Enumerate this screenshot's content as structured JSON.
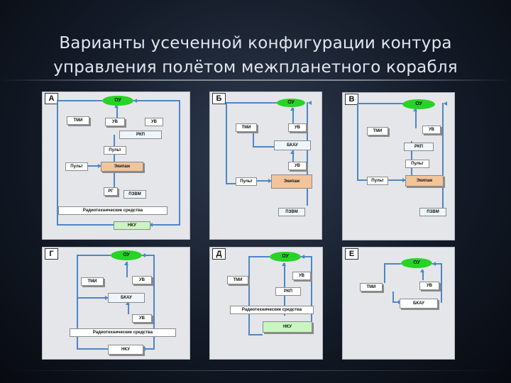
{
  "title": {
    "line1": "Варианты усеченной конфигурации контура",
    "line2": "управления полётом межпланетного корабля"
  },
  "panels": {
    "A": {
      "label": "А",
      "ou": "ОУ",
      "tmi": "ТМИ",
      "uv1": "УВ",
      "uv2": "УВ",
      "rkp": "РКП",
      "pult1": "Пульт",
      "pult2": "Пульт",
      "ekipazh": "Экипаж",
      "rg": "РГ",
      "pzvm": "ПЗВМ",
      "radio": "Радиотехнические средства",
      "nku": "НКУ"
    },
    "B": {
      "label": "Б",
      "ou": "ОУ",
      "tmi": "ТМИ",
      "uv1": "УВ",
      "bkau": "БКАУ",
      "uv2": "УВ",
      "pult": "Пульт",
      "ekipazh": "Экипаж",
      "pzvm": "ПЗВМ"
    },
    "V": {
      "label": "В",
      "ou": "ОУ",
      "tmi": "ТМИ",
      "uv": "УВ",
      "rkp": "РКП",
      "pult1": "Пульт",
      "pult2": "Пульт",
      "ekipazh": "Экипаж",
      "pzvm": "ПЗВМ"
    },
    "G": {
      "label": "Г",
      "ou": "ОУ",
      "tmi": "ТМИ",
      "uv1": "УВ",
      "bkau": "БКАУ",
      "uv2": "УВ",
      "radio": "Радиотехнические средства",
      "nku": "НКУ"
    },
    "D": {
      "label": "Д",
      "ou": "ОУ",
      "tmi": "ТМИ",
      "uv": "УВ",
      "rkp": "РКП",
      "radio": "Радиотехнические средства",
      "nku": "НКУ"
    },
    "E": {
      "label": "Е",
      "ou": "ОУ",
      "tmi": "ТМИ",
      "uv": "УВ",
      "bkau": "БКАУ"
    }
  },
  "colors": {
    "ou": "#27d327",
    "connector": "#4f86c6",
    "crew": "#f2c49a",
    "nku": "#c8f5c0",
    "panel": "#e4e6ea"
  }
}
